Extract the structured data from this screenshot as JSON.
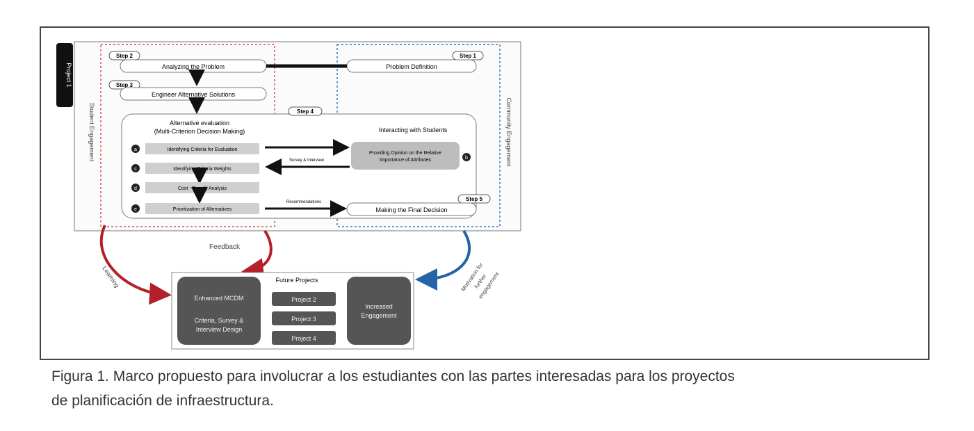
{
  "diagram": {
    "project_tab": "Project 1",
    "student_engagement": "Student Engagement",
    "community_engagement": "Community Engagement",
    "steps": {
      "step1": {
        "tag": "Step 1",
        "label": "Problem Definition"
      },
      "step2": {
        "tag": "Step 2",
        "label": "Analyzing the Problem"
      },
      "step3": {
        "tag": "Step 3",
        "label": "Engineer Alternative Solutions"
      },
      "step4": {
        "tag": "Step 4"
      },
      "step5": {
        "tag": "Step 5",
        "label": "Making the Final Decision"
      }
    },
    "alt_eval": {
      "title_line1": "Alternative evaluation",
      "title_line2": "(Multi-Criterion Decision Making)",
      "items": [
        {
          "num": "a",
          "label": "Identifying Criteria for Evaluation"
        },
        {
          "num": "c",
          "label": "Identifying Criteria Weights"
        },
        {
          "num": "d",
          "label": "Cost - Benefit Analysis"
        },
        {
          "num": "e",
          "label": "Prioritization of Alternatives"
        }
      ]
    },
    "interacting": {
      "title": "Interacting with Students",
      "box_line1": "Providing Opinion on the Relative",
      "box_line2": "Importance of Attributes",
      "num": "b",
      "survey_label": "Survey & Interview",
      "recommendations_label": "Recommendations"
    },
    "feedback_label": "Feedback",
    "learning_label": "Learning",
    "motivation_line1": "Motivation for",
    "motivation_line2": "further",
    "motivation_line3": "engagement",
    "future": {
      "title": "Future Projects",
      "enhanced_line1": "Enhanced MCDM",
      "enhanced_line2": "Criteria, Survey &",
      "enhanced_line3": "Interview Design",
      "projects": [
        "Project 2",
        "Project 3",
        "Project 4"
      ],
      "increased_line1": "Increased",
      "increased_line2": "Engagement"
    }
  },
  "caption": {
    "line1": "Figura 1. Marco propuesto para involucrar a los estudiantes con las partes interesadas para los proyectos",
    "line2": "de planificación de infraestructura."
  },
  "colors": {
    "red_dashed": "#d9534f",
    "blue_dashed": "#3a78c2",
    "red_arrow": "#b3202a",
    "blue_arrow": "#2563a8",
    "dark_box": "#555555",
    "gray_box": "#cfcfcf"
  }
}
